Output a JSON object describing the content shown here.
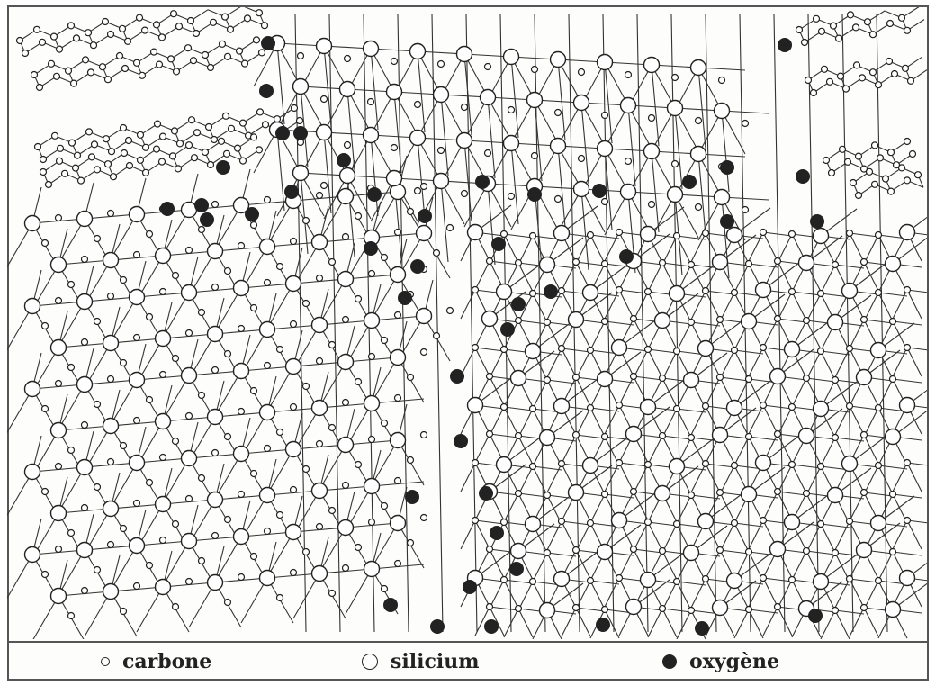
{
  "legend": {
    "carbon_label": "carbone",
    "silicon_label": "silicium",
    "oxygen_label": "oxygène"
  },
  "colors": {
    "ink": "#222222",
    "paper": "#fdfdfb"
  }
}
